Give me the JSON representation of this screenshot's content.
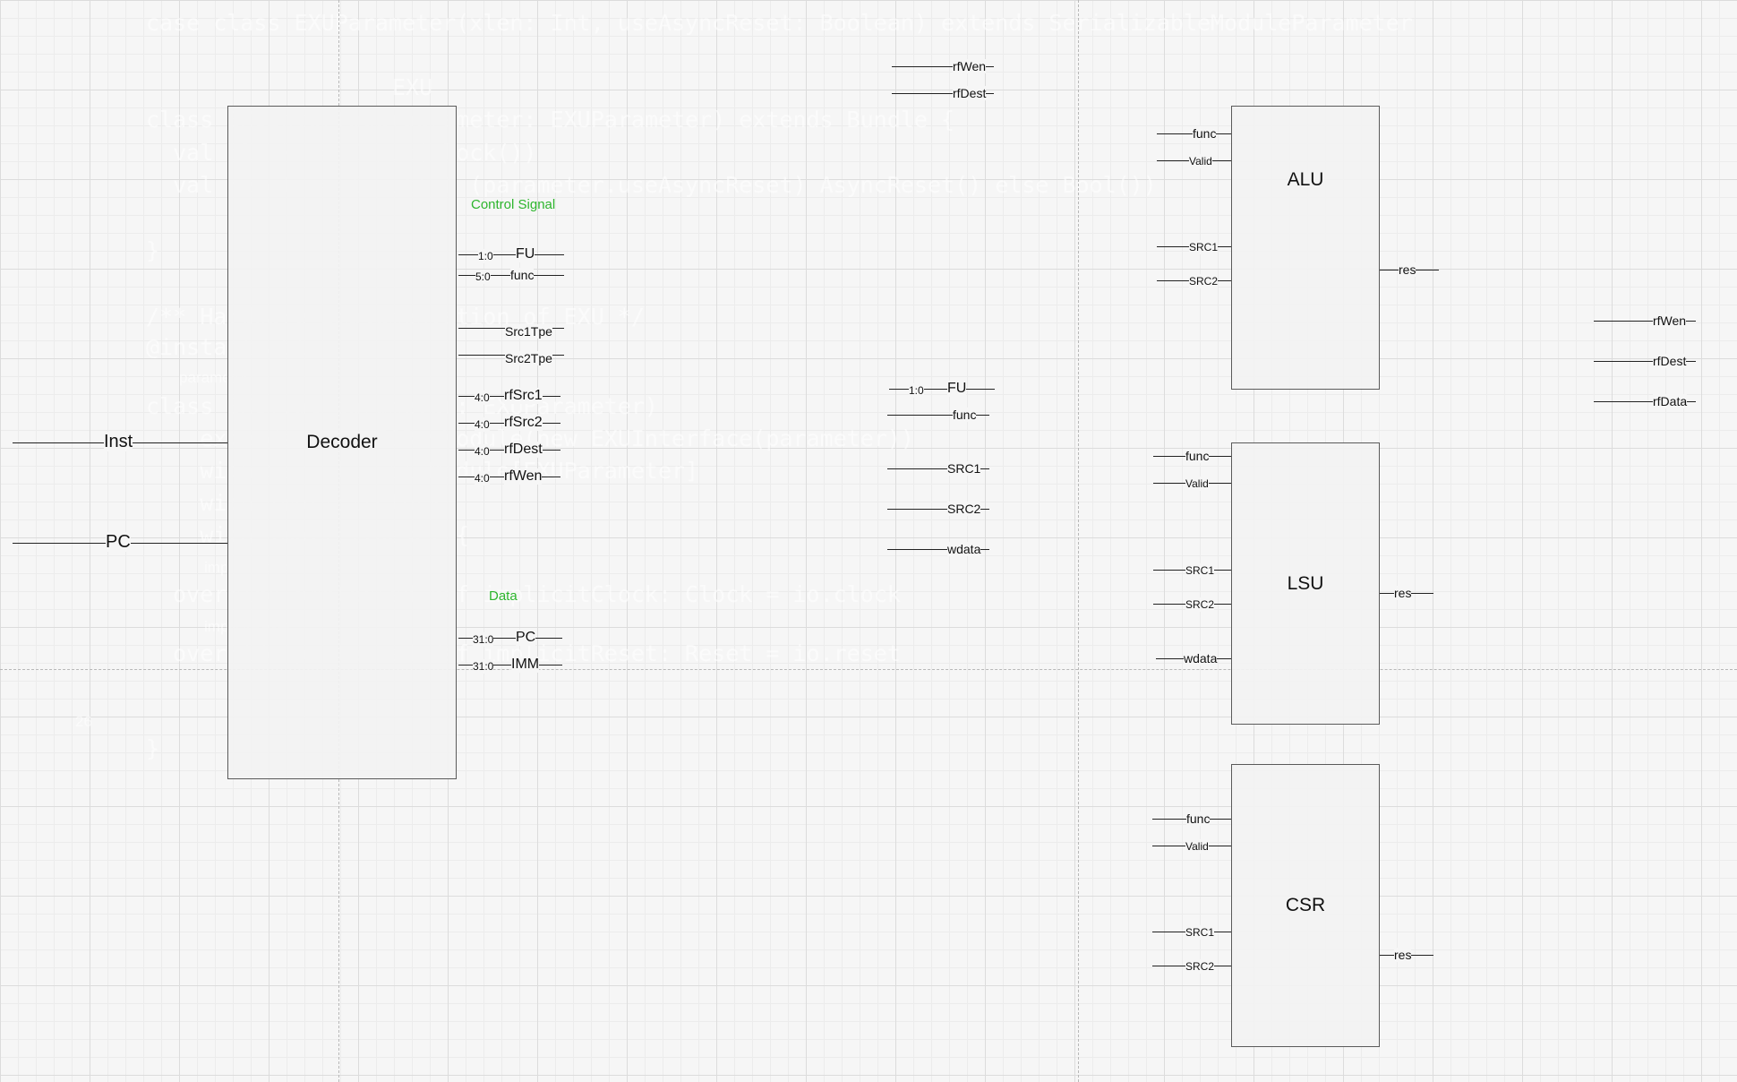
{
  "diagram": {
    "code_lines": [
      "case class EXUParameter(xlen: Int, useAsyncReset: Boolean) extends SerializableModuleParameter",
      "EXU",
      "class EXUInterface(parameter: EXUParameter) extends Bundle {",
      "  val clock  = Input(Clock())",
      "  val reset  = Input(if (parameter.useAsyncReset) AsyncReset() else Bool())",
      "}",
      "/** Hardware Implementation of EXU */",
      "@instantiable",
      "parameter",
      "class EXU(val parameter: EXUParameter)",
      "    extends FixedIORawModule(new EXUInterface(parameter))",
      "    with SerializableModule[EXUParameter]",
      "    with ImplicitClock",
      "    with ImplicitReset {",
      "implicitClock",
      "  override protected def implicitClock: Clock = io.clock",
      "implicitReset",
      "  override protected def implicitReset: Reset = io.reset",
      "26",
      "}"
    ],
    "decoder": {
      "title": "Decoder",
      "inputs": [
        "Inst",
        "PC"
      ],
      "control_section": "Control Signal",
      "data_section": "Data",
      "control_outputs": [
        {
          "width": "1:0",
          "name": "FU"
        },
        {
          "width": "5:0",
          "name": "func"
        },
        {
          "width": "",
          "name": "Src1Tpe"
        },
        {
          "width": "",
          "name": "Src2Tpe"
        },
        {
          "width": "4:0",
          "name": "rfSrc1"
        },
        {
          "width": "4:0",
          "name": "rfSrc2"
        },
        {
          "width": "4:0",
          "name": "rfDest"
        },
        {
          "width": "4:0",
          "name": "rfWen"
        }
      ],
      "data_outputs": [
        {
          "width": "31:0",
          "name": "PC"
        },
        {
          "width": "31:0",
          "name": "IMM"
        }
      ]
    },
    "middle": {
      "top_signals": [
        "rfWen",
        "rfDest"
      ],
      "fu_width": "1:0",
      "fu_name": "FU",
      "signals": [
        "func",
        "SRC1",
        "SRC2",
        "wdata"
      ]
    },
    "units": [
      {
        "name": "ALU",
        "inputs": [
          "func",
          "Valid",
          "SRC1",
          "SRC2"
        ],
        "output": "res"
      },
      {
        "name": "LSU",
        "inputs": [
          "func",
          "Valid",
          "SRC1",
          "SRC2",
          "wdata"
        ],
        "output": "res"
      },
      {
        "name": "CSR",
        "inputs": [
          "func",
          "Valid",
          "SRC1",
          "SRC2"
        ],
        "output": "res"
      }
    ],
    "right_outputs": [
      "rfWen",
      "rfDest",
      "rfData"
    ]
  }
}
